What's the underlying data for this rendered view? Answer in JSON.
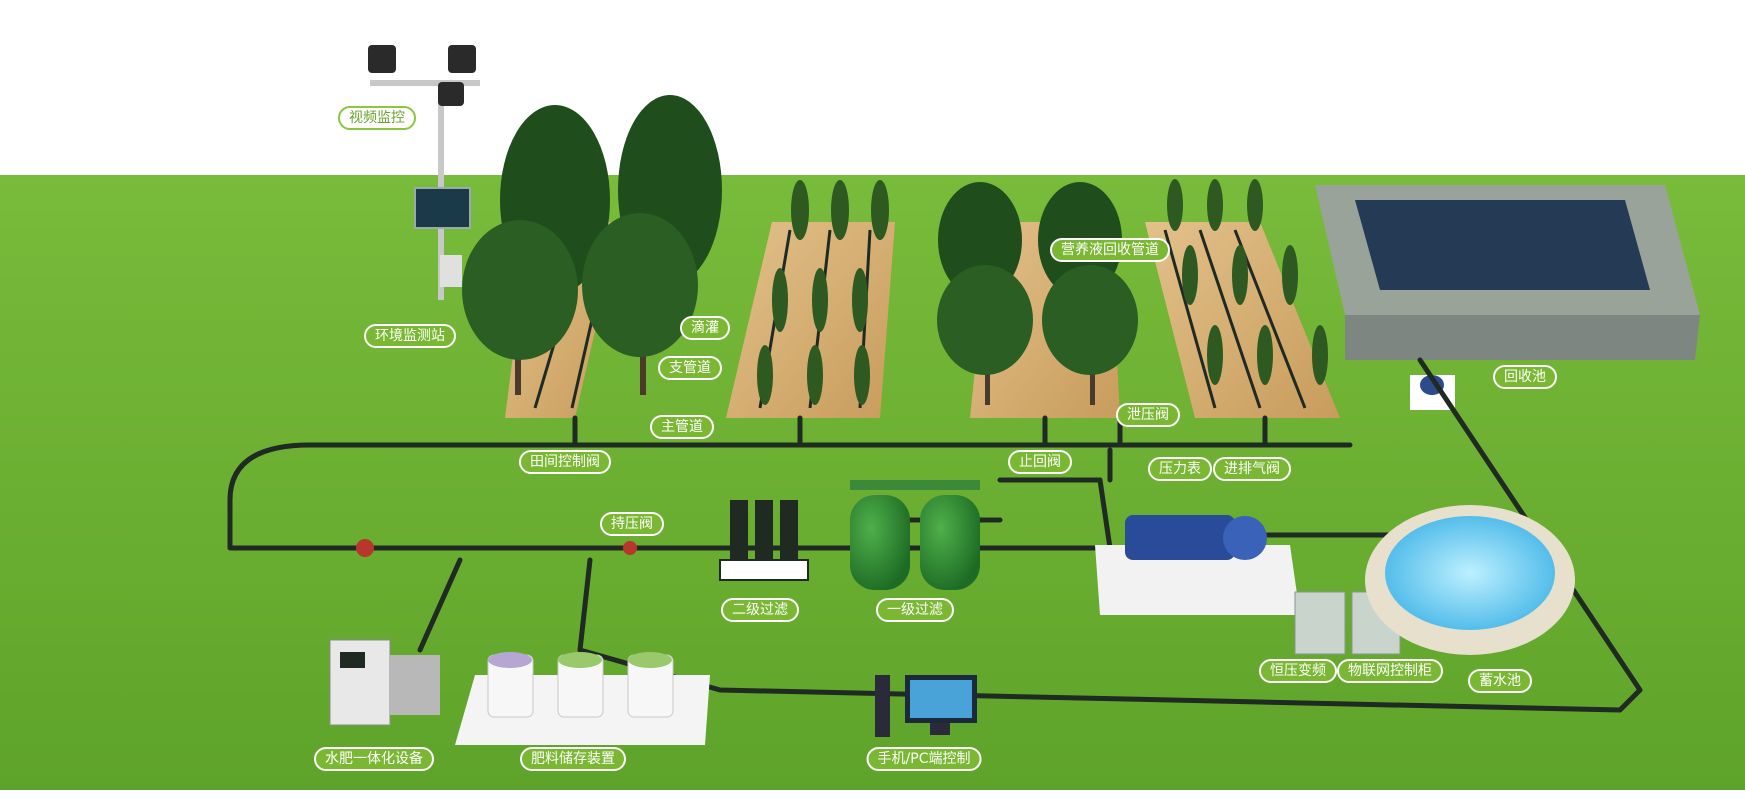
{
  "labels": {
    "video_monitor": "视频监控",
    "env_station": "环境监测站",
    "drip": "滴灌",
    "branch_pipe": "支管道",
    "main_pipe": "主管道",
    "field_valve": "田间控制阀",
    "nutrient_return": "营养液回收管道",
    "relief_valve": "泄压阀",
    "check_valve": "止回阀",
    "pressure_gauge": "压力表",
    "air_valve": "进排气阀",
    "recovery_pool": "回收池",
    "pressure_hold_valve": "持压阀",
    "secondary_filter": "二级过滤",
    "primary_filter": "一级过滤",
    "const_pressure_vfd": "恒压变频",
    "iot_cabinet": "物联网控制柜",
    "storage_pool": "蓄水池",
    "fertigation_unit": "水肥一体化设备",
    "fert_storage": "肥料储存装置",
    "phone_pc_control": "手机/PC端控制"
  },
  "colors": {
    "grass": "#6fb234",
    "pipe": "#1f2a22",
    "soil": "#d8b47a",
    "water": "#243a55",
    "label_green": "#7ab833"
  }
}
